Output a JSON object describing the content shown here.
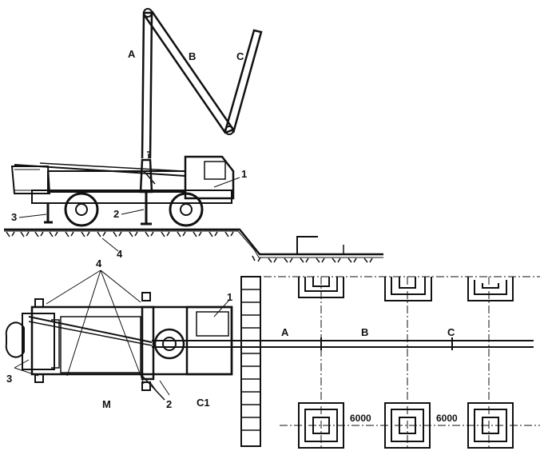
{
  "boom_labels": {
    "a": "A",
    "b": "B",
    "c": "C"
  },
  "side_view_callouts": {
    "cab": "1",
    "outrigger_front": "2",
    "outrigger_rear": "3",
    "ground": "4"
  },
  "plan_view_callouts": {
    "cab": "1",
    "outriggers": "4",
    "front_jacks": "2",
    "rear_jacks": "3",
    "machine": "M",
    "axis": "C1"
  },
  "pipeline_labels": {
    "a": "A",
    "b": "B",
    "c": "C"
  },
  "dimensions": {
    "span_1": "6000",
    "span_2": "6000"
  },
  "colors": {
    "ink": "#111111",
    "paper": "#ffffff"
  }
}
